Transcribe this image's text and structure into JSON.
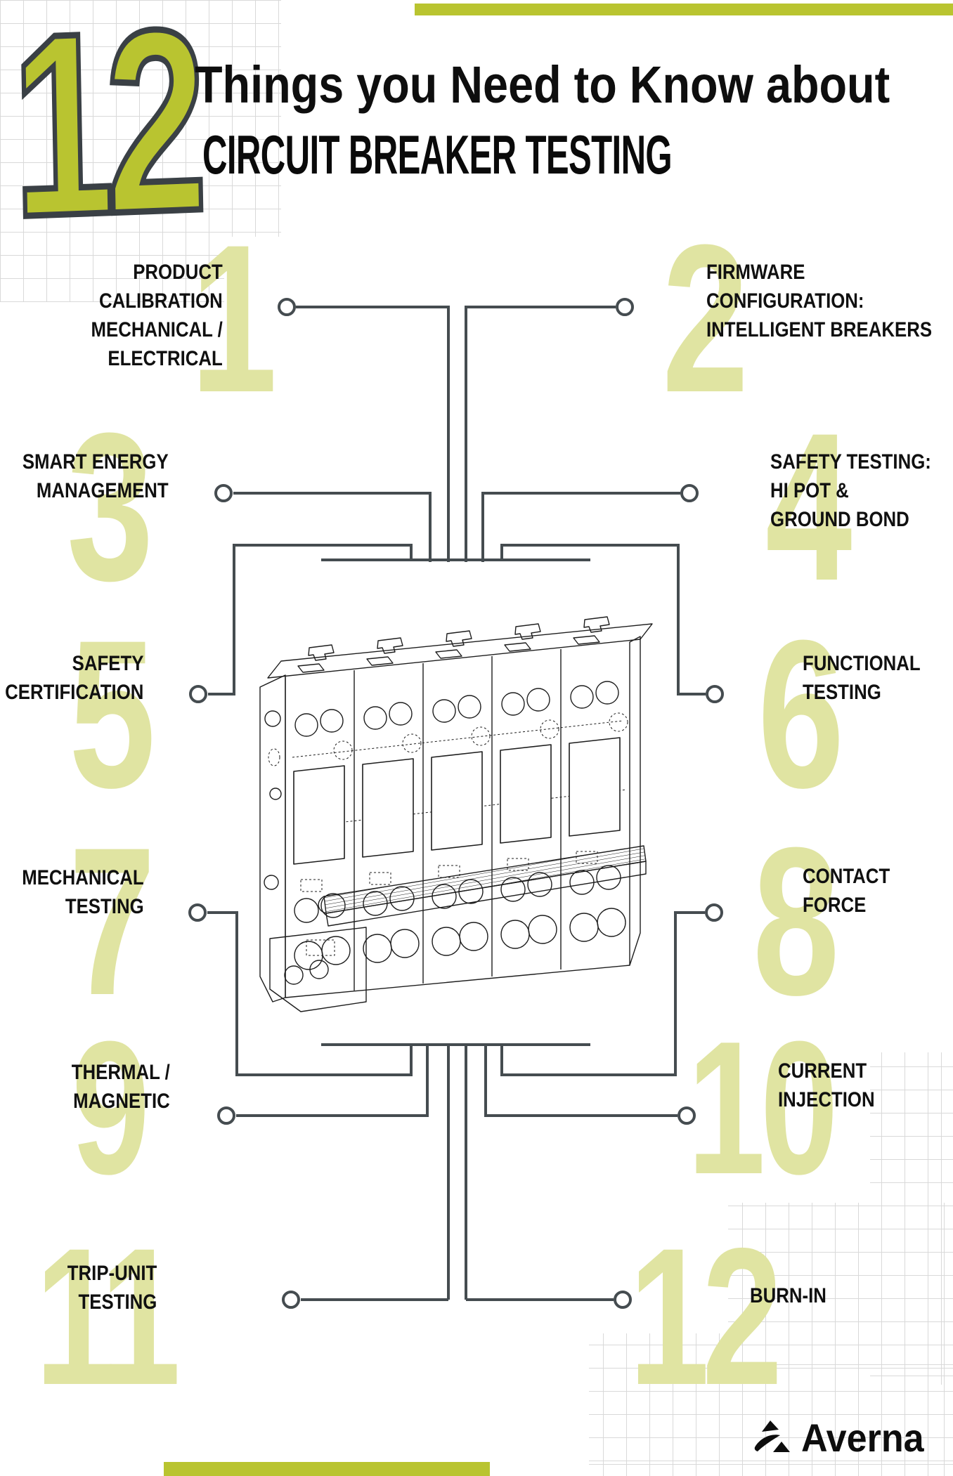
{
  "poster": {
    "badge_number": "12",
    "title_line1": "Things you Need to Know about",
    "title_line2": "CIRCUIT BREAKER TESTING"
  },
  "items": [
    {
      "number": "1",
      "lines": [
        "PRODUCT",
        "CALIBRATION",
        "MECHANICAL /",
        "ELECTRICAL"
      ]
    },
    {
      "number": "2",
      "lines": [
        "FIRMWARE",
        "CONFIGURATION:",
        "INTELLIGENT BREAKERS"
      ]
    },
    {
      "number": "3",
      "lines": [
        "SMART ENERGY",
        "MANAGEMENT"
      ]
    },
    {
      "number": "4",
      "lines": [
        "SAFETY TESTING:",
        "HI POT &",
        "GROUND BOND"
      ]
    },
    {
      "number": "5",
      "lines": [
        "SAFETY",
        "CERTIFICATION"
      ]
    },
    {
      "number": "6",
      "lines": [
        "FUNCTIONAL",
        "TESTING"
      ]
    },
    {
      "number": "7",
      "lines": [
        "MECHANICAL",
        "TESTING"
      ]
    },
    {
      "number": "8",
      "lines": [
        "CONTACT",
        "FORCE"
      ]
    },
    {
      "number": "9",
      "lines": [
        "THERMAL /",
        "MAGNETIC"
      ]
    },
    {
      "number": "10",
      "lines": [
        "CURRENT",
        "INJECTION"
      ]
    },
    {
      "number": "11",
      "lines": [
        "TRIP-UNIT",
        "TESTING"
      ]
    },
    {
      "number": "12",
      "lines": [
        "BURN-IN"
      ]
    }
  ],
  "footer": {
    "brand": "Averna"
  },
  "colors": {
    "accent_green": "#b9c430",
    "pale_green": "#e0e4a2",
    "outline_dark": "#3a4045",
    "connector": "#454c50",
    "grid_line": "#d9d9d9"
  }
}
